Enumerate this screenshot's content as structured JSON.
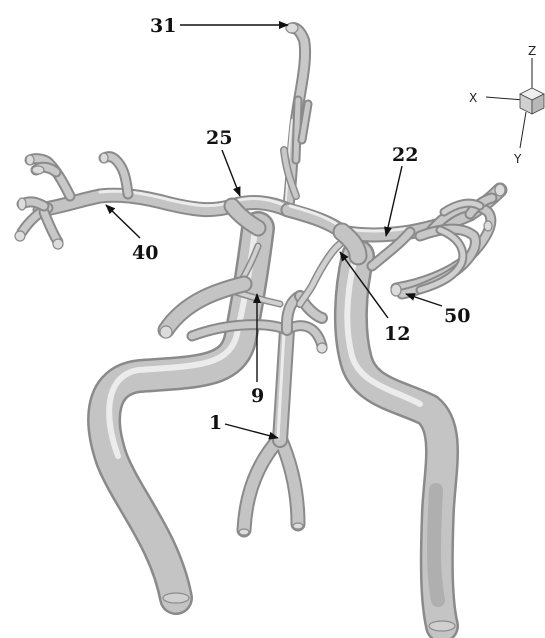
{
  "labels": {
    "l1": "1",
    "l9": "9",
    "l12": "12",
    "l22": "22",
    "l25": "25",
    "l31": "31",
    "l40": "40",
    "l50": "50"
  },
  "axes": {
    "x": "X",
    "y": "Y",
    "z": "Z"
  },
  "colors": {
    "vessel": "#c4c4c4",
    "vessel_edge": "#8a8a8a",
    "vessel_highlight": "#ececec",
    "background": "#ffffff",
    "label": "#111111"
  }
}
